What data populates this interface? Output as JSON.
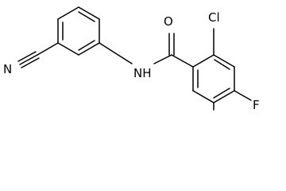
{
  "molecule": {
    "atoms": {
      "nitrile_n": "N",
      "amide_nh": "NH",
      "carbonyl_o": "O",
      "chlorine": "Cl",
      "fluorine": "F"
    }
  },
  "colors": {
    "background": "#ffffff",
    "bond": "#000000",
    "label": "#000000"
  }
}
